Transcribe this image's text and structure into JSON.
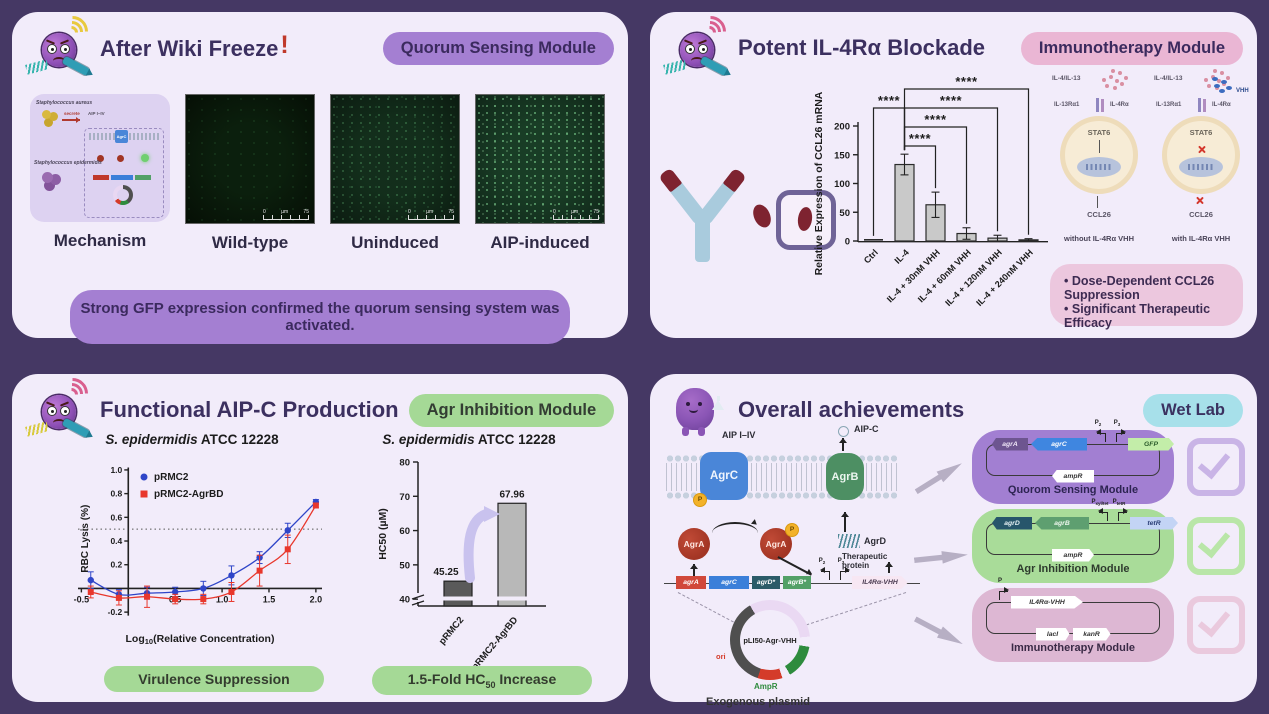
{
  "page": {
    "bg": "#453864",
    "slide_bg": "#f2ecfa"
  },
  "slide1": {
    "title": "After Wiki Freeze",
    "bang": "!",
    "badge": "Quorum Sensing Module",
    "mech": {
      "top_species": "Staphylococcus aureus",
      "bottom_species": "Staphylococcus epidermidis",
      "secrete": "secrete",
      "aip": "AIP I–IV",
      "agrc": "AgrC"
    },
    "panel_labels": [
      "Mechanism",
      "Wild-type",
      "Uninduced",
      "AIP-induced"
    ],
    "scalebar": {
      "zero": "0",
      "unit": "µm",
      "max": "75"
    },
    "banner": "Strong GFP expression confirmed the quorum sensing system was activated."
  },
  "slide2": {
    "title": "Potent IL-4Rα Blockade",
    "badge": "Immunotherapy Module",
    "cells": {
      "left": {
        "ligand": "IL-4/IL-13",
        "r1": "IL-13Rα1",
        "r2": "IL-4Rα",
        "stat": "STAT6",
        "out": "CCL26",
        "caption": "without IL-4Rα VHH"
      },
      "right": {
        "ligand": "IL-4/IL-13",
        "r1": "IL-13Rα1",
        "r2": "IL-4Rα",
        "vhh": "VHH",
        "stat": "STAT6",
        "out": "CCL26",
        "caption": "with IL-4Rα VHH"
      }
    },
    "bullets": [
      "Dose-Dependent CCL26 Suppression",
      "Significant Therapeutic Efficacy"
    ]
  },
  "slide3": {
    "title": "Functional AIP-C Production",
    "badge": "Agr Inhibition Module",
    "left_title": {
      "italic": "S. epidermidis",
      "rest": " ATCC 12228"
    },
    "right_title": {
      "italic": "S. epidermidis",
      "rest": " ATCC 12228"
    },
    "pill_left": "Virulence Suppression",
    "pill_right": {
      "pre": "1.5-Fold HC",
      "sub": "50",
      "post": " Increase"
    }
  },
  "slide4": {
    "title": "Overall achievements",
    "badge": "Wet Lab",
    "diagram": {
      "aip14": "AIP I–IV",
      "aipc": "AIP-C",
      "agrc": "AgrC",
      "agrb": "AgrB",
      "agrd": "AgrD",
      "agra1": "AgrA",
      "agra2": "AgrA",
      "p": "P",
      "therapeutic": "Therapeutic protein",
      "cassette_items": [
        {
          "t": "gene",
          "label": "agrA",
          "bg": "#d1483a",
          "fg": "#ffffff",
          "dir": "rect",
          "w": 30
        },
        {
          "t": "gene",
          "label": "agrC",
          "bg": "#3b7fd9",
          "fg": "#ffffff",
          "dir": "rect",
          "w": 40
        },
        {
          "t": "gene",
          "label": "agrD*",
          "bg": "#2b5b68",
          "fg": "#ffffff",
          "dir": "rect",
          "w": 28
        },
        {
          "t": "gene",
          "label": "agrB*",
          "bg": "#53a067",
          "fg": "#ffffff",
          "dir": "rect",
          "w": 28
        },
        {
          "t": "prom",
          "sub": "2",
          "dir": "left"
        },
        {
          "t": "prom",
          "sub": "3",
          "dir": "right"
        },
        {
          "t": "gene",
          "label": "IL4Rα-VHH",
          "bg": "#f7e7f3",
          "fg": "#4a3a50",
          "dir": "gR",
          "w": 56
        }
      ],
      "plasmid_name": "pLI50-Agr-VHH",
      "ori": "ori",
      "ampr": "AmpR",
      "caption": "Exogenous plasmid"
    },
    "cards": [
      {
        "caption": "Quorom Sensing Module",
        "bg": "#a27fd2",
        "accent": "#c9b4e6",
        "caption_color": "#2d2452",
        "top": [
          {
            "t": "gene",
            "label": "agrA",
            "bg": "#6d5590",
            "fg": "#efe6f7",
            "dir": "left",
            "w": 36
          },
          {
            "t": "gene",
            "label": "agrC",
            "bg": "#3f86e0",
            "fg": "#ffffff",
            "dir": "left",
            "w": 56
          },
          {
            "t": "prom",
            "sub": "2",
            "dir": "left"
          },
          {
            "t": "prom",
            "sub": "3",
            "dir": "right"
          },
          {
            "t": "gene",
            "label": "GFP",
            "bg": "#c3eda9",
            "fg": "#2c5c2c",
            "dir": "right",
            "w": 46
          }
        ],
        "bot": [
          {
            "t": "gene",
            "label": "ampR",
            "bg": "#ffffff",
            "fg": "#333333",
            "dir": "left",
            "w": 42
          }
        ]
      },
      {
        "caption": "Agr Inhibition Module",
        "bg": "#a9dc99",
        "accent": "#b9e6a8",
        "caption_color": "#2e3b2e",
        "top": [
          {
            "t": "gene",
            "label": "agrD",
            "bg": "#27566b",
            "fg": "#e8f2f5",
            "dir": "left",
            "w": 40
          },
          {
            "t": "gene",
            "label": "agrB",
            "bg": "#5e9f70",
            "fg": "#eef7ee",
            "dir": "left",
            "w": 54
          },
          {
            "t": "prom",
            "sub": "xyl/tet",
            "dir": "left"
          },
          {
            "t": "prom",
            "sub": "tetR",
            "dir": "right"
          },
          {
            "t": "gene",
            "label": "tetR",
            "bg": "#c3d4f5",
            "fg": "#2b3f77",
            "dir": "right",
            "w": 48
          }
        ],
        "bot": [
          {
            "t": "gene",
            "label": "ampR",
            "bg": "#ffffff",
            "fg": "#333333",
            "dir": "right",
            "w": 42
          }
        ]
      },
      {
        "caption": "Immunotherapy Module",
        "bg": "#ddb7d3",
        "accent": "#eac9dd",
        "caption_color": "#3a2a46",
        "top": [
          {
            "t": "prom",
            "sub": "",
            "dir": "right"
          },
          {
            "t": "gene",
            "label": "IL4Rα-VHH",
            "bg": "#ffffff",
            "fg": "#333333",
            "dir": "right",
            "w": 72
          }
        ],
        "bot": [
          {
            "t": "gene",
            "label": "lacI",
            "bg": "#ffffff",
            "fg": "#333333",
            "dir": "right",
            "w": 34
          },
          {
            "t": "gene",
            "label": "kanR",
            "bg": "#ffffff",
            "fg": "#333333",
            "dir": "right",
            "w": 38
          }
        ]
      }
    ]
  },
  "chart_data": [
    {
      "id": "ccl26",
      "type": "bar",
      "title": "",
      "ylabel": "Relative Expression of CCL26 mRNA",
      "categories": [
        "Ctrl",
        "IL-4",
        "IL-4 + 30nM VHH",
        "IL-4 + 60nM VHH",
        "IL-4 + 120nM VHH",
        "IL-4 + 240nM VHH"
      ],
      "values": [
        1,
        133,
        63,
        13,
        5,
        2
      ],
      "errors": [
        1,
        18,
        22,
        10,
        5,
        2
      ],
      "ylim": [
        0,
        200
      ],
      "yticks": [
        0,
        50,
        100,
        150,
        200
      ],
      "bar_color": "#c9c9c9",
      "grid": false,
      "significance": [
        {
          "a": 1,
          "b": 2,
          "stars": "****",
          "level": 0
        },
        {
          "a": 1,
          "b": 3,
          "stars": "****",
          "level": 1
        },
        {
          "a": 0,
          "b": 1,
          "stars": "****",
          "level": 2
        },
        {
          "a": 1,
          "b": 4,
          "stars": "****",
          "level": 2
        },
        {
          "a": 1,
          "b": 5,
          "stars": "****",
          "level": 3
        }
      ]
    },
    {
      "id": "rbc",
      "type": "scatter-line",
      "title": "S. epidermidis ATCC 12228",
      "xlabel_pre": "Log",
      "xlabel_sub": "10",
      "xlabel_post": "(Relative Concentration)",
      "ylabel": "RBC Lysis (%)",
      "xlim": [
        -0.6,
        2.15
      ],
      "ylim": [
        -0.25,
        1.05
      ],
      "xticks": [
        -0.5,
        0.5,
        1.0,
        1.5,
        2.0
      ],
      "yticks": [
        -0.2,
        0.2,
        0.4,
        0.6,
        0.8,
        1.0
      ],
      "hline": 0.5,
      "grid": false,
      "legend_position": "top-left",
      "series": [
        {
          "name": "pRMC2",
          "color": "#2f45c8",
          "marker": "circle",
          "x": [
            -0.4,
            -0.1,
            0.2,
            0.5,
            0.8,
            1.1,
            1.4,
            1.7,
            2.0
          ],
          "y": [
            0.07,
            -0.05,
            -0.04,
            -0.03,
            0.0,
            0.11,
            0.26,
            0.49,
            0.73
          ],
          "err": [
            0.07,
            0.04,
            0.05,
            0.04,
            0.06,
            0.08,
            0.05,
            0.06,
            0.02
          ]
        },
        {
          "name": "pRMC2-AgrBD",
          "color": "#e8372c",
          "marker": "square",
          "x": [
            -0.4,
            -0.1,
            0.2,
            0.5,
            0.8,
            1.1,
            1.4,
            1.7,
            2.0
          ],
          "y": [
            -0.03,
            -0.08,
            -0.07,
            -0.09,
            -0.09,
            -0.03,
            0.15,
            0.33,
            0.7
          ],
          "err": [
            0.05,
            0.06,
            0.09,
            0.04,
            0.04,
            0.08,
            0.13,
            0.12,
            0.02
          ]
        }
      ]
    },
    {
      "id": "hc50",
      "type": "bar",
      "title": "S. epidermidis ATCC 12228",
      "ylabel": "HC50 (µM)",
      "categories": [
        "pRMC2",
        "pRMC2-AgrBD"
      ],
      "values": [
        45.25,
        67.96
      ],
      "value_labels": [
        "45.25",
        "67.96"
      ],
      "ylim": [
        38,
        80
      ],
      "yticks": [
        40,
        50,
        60,
        70,
        80
      ],
      "bar_colors": [
        "#5a5a5a",
        "#b8b8b8"
      ],
      "axis_break": true,
      "grid": false
    }
  ]
}
